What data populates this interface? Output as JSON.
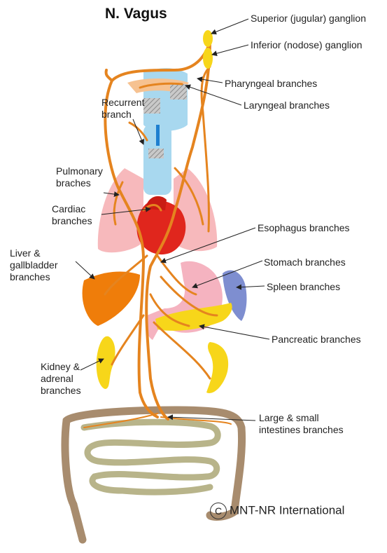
{
  "title": "N. Vagus",
  "labels": {
    "superior_ganglion": "Superior (jugular) ganglion",
    "inferior_ganglion": "Inferior (nodose) ganglion",
    "pharyngeal": "Pharyngeal branches",
    "laryngeal": "Laryngeal branches",
    "recurrent": "Recurrent\nbranch",
    "pulmonary": "Pulmonary\nbraches",
    "cardiac": "Cardiac\nbranches",
    "esophagus": "Esophagus branches",
    "liver": "Liver &\ngallbladder\nbranches",
    "stomach": "Stomach branches",
    "spleen": "Spleen branches",
    "pancreatic": "Pancreatic branches",
    "kidney": "Kidney &\nadrenal\nbranches",
    "intestines": "Large & small\nintestines branches"
  },
  "copyright": {
    "symbol": "C",
    "text": "MNT-NR International"
  },
  "colors": {
    "nerve": "#e5841f",
    "trachea": "#a8d8ef",
    "lung": "#f7b9bc",
    "heart": "#e0261d",
    "liver": "#ef7d0a",
    "spleen": "#7e8ed0",
    "pancreas_kidney": "#f7d61a",
    "large_intestine": "#a88c6e",
    "small_intestine": "#b8b48a",
    "stomach": "#f5b3c0"
  }
}
